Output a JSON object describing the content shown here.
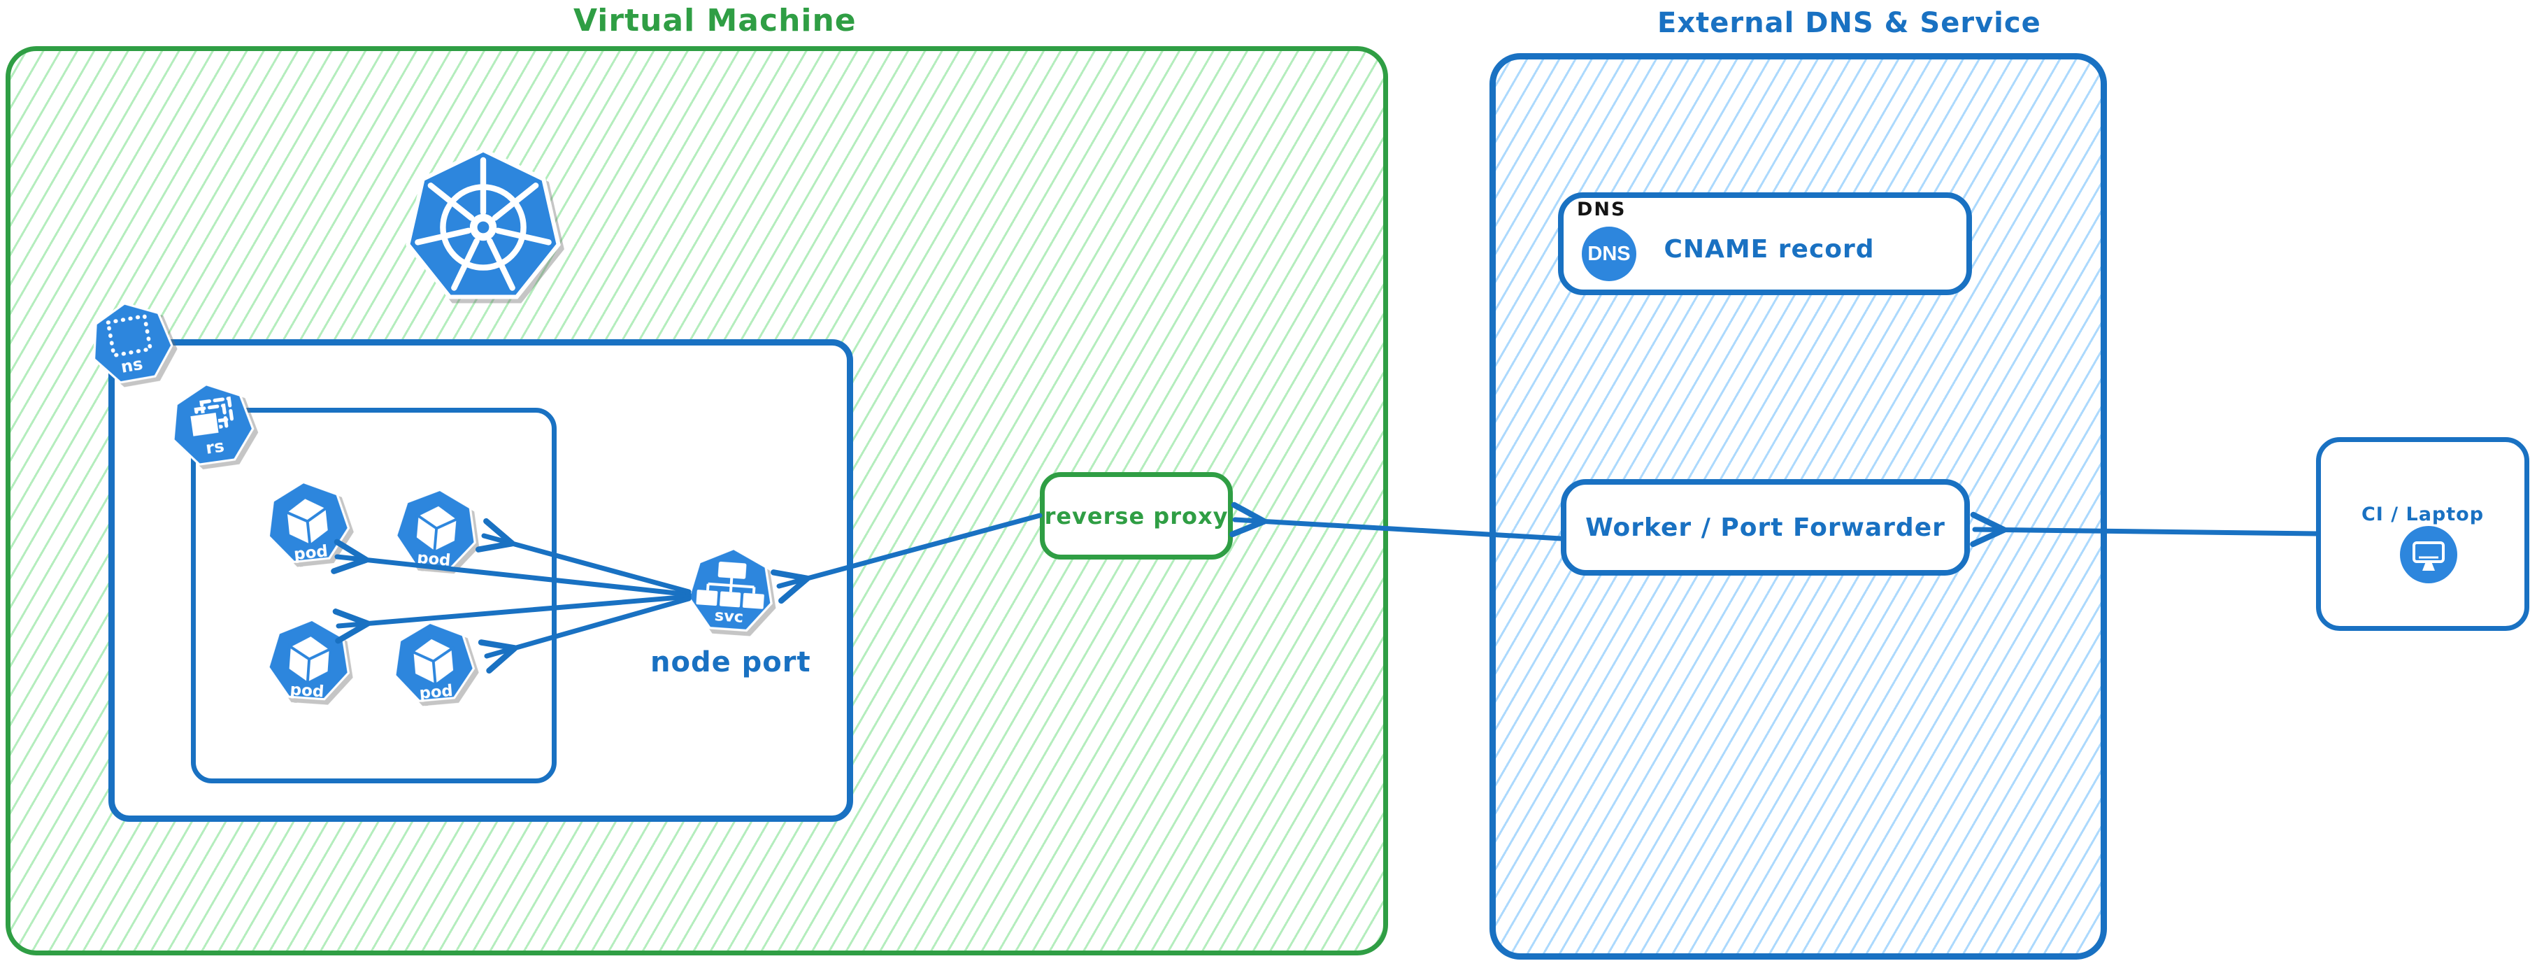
{
  "diagram": {
    "vm": {
      "title": "Virtual Machine"
    },
    "external": {
      "title": "External DNS & Service"
    },
    "k8s": {
      "cluster_icon": "kubernetes-logo",
      "ns_label": "ns",
      "rs_label": "rs",
      "pod_label": "pod",
      "svc_label": "svc",
      "node_port_label": "node port",
      "pod_count": 4
    },
    "reverse_proxy": {
      "label": "reverse proxy"
    },
    "dns": {
      "tag": "DNS",
      "badge": "DNS",
      "record": "CNAME record"
    },
    "worker": {
      "label": "Worker / Port Forwarder"
    },
    "ci": {
      "label": "CI / Laptop"
    },
    "edges": [
      {
        "from": "node-port-svc",
        "to": "pod-1"
      },
      {
        "from": "node-port-svc",
        "to": "pod-2"
      },
      {
        "from": "node-port-svc",
        "to": "pod-3"
      },
      {
        "from": "node-port-svc",
        "to": "pod-4"
      },
      {
        "from": "reverse-proxy",
        "to": "node-port-svc"
      },
      {
        "from": "worker-port-forwarder",
        "to": "reverse-proxy"
      },
      {
        "from": "ci-laptop",
        "to": "worker-port-forwarder"
      }
    ],
    "colors": {
      "green": "#2f9e44",
      "green_hatch": "#69db7c",
      "blue": "#1971c2",
      "blue_hatch": "#74c0fc",
      "icon_blue": "#2d86dd",
      "dns_tag_text": "#141414",
      "icon_text": "#ffffff"
    }
  }
}
